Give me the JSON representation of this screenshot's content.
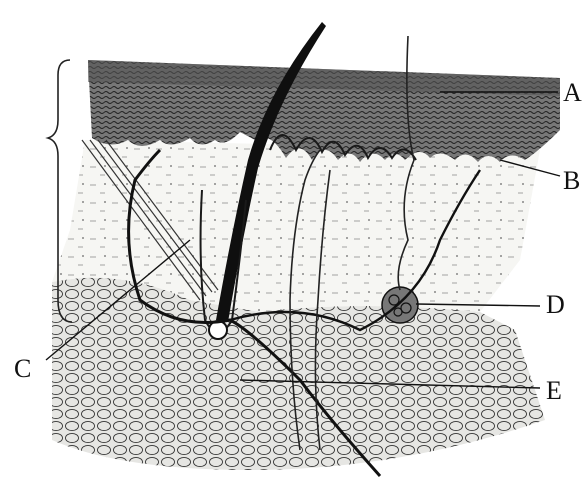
{
  "labels": {
    "a": "A",
    "b": "B",
    "c": "C",
    "d": "D",
    "e": "E"
  },
  "colors": {
    "ink": "#141414",
    "paper": "#ffffff",
    "epidermis": "#3a3a3a",
    "dermis": "#f4f4f2",
    "fat": "#d9d9d6"
  }
}
